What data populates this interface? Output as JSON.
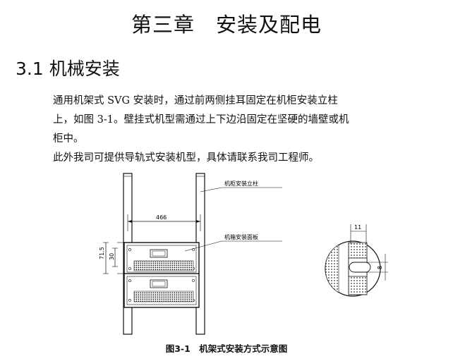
{
  "chapter_title": "第三章　安装及配电",
  "section_title": "3.1 机械安装",
  "paragraphs": [
    "通用机架式 SVG 安装时，通过前两侧挂耳固定在机柜安装立柱",
    "上，如图 3-1。壁挂式机型需通过上下边沿固定在坚硬的墙壁或机",
    "柜中。",
    "此外我司可提供导轨式安装机型，具体请联系我司工程师。"
  ],
  "figure": {
    "label_cabinet_column": "机柜安装立柱",
    "label_mounting_panel": "机箱安装面板",
    "dim_width": "466",
    "dim_height_outer": "71.5",
    "dim_height_inner": "30",
    "dim_detail_top": "11",
    "dim_detail_side": "8",
    "caption": "图3-1　机架式安装方式示意图"
  }
}
